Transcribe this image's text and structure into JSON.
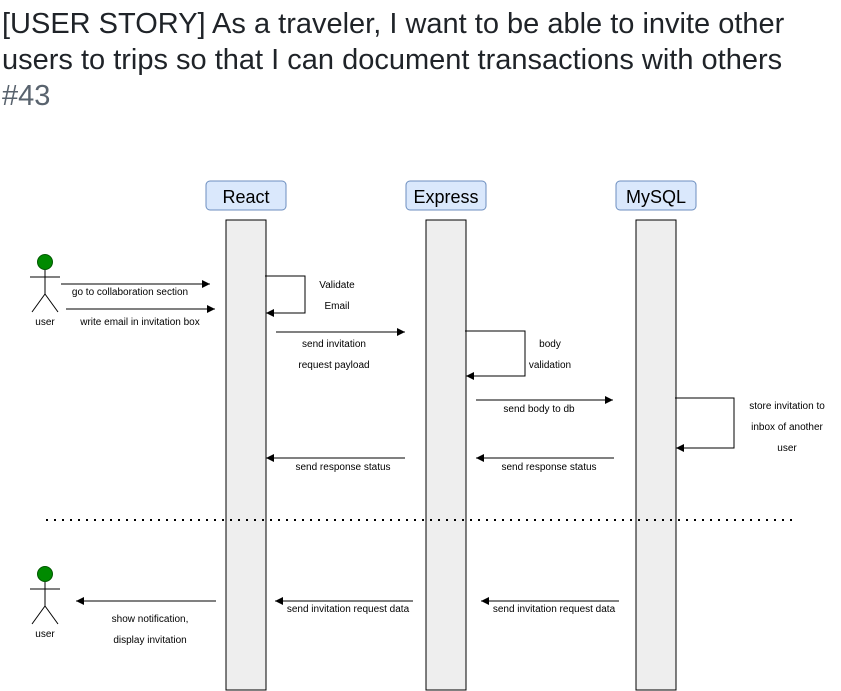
{
  "page": {
    "title_text": "[USER STORY] As a traveler, I want to be able to invite other users to trips so that I can document transactions with others",
    "issue_number": "#43"
  },
  "diagram": {
    "participants": [
      "React",
      "Express",
      "MySQL"
    ],
    "actors": [
      "user",
      "user"
    ],
    "messages": {
      "go_to_collab": "go to collaboration section",
      "write_email": "write email in invitation box",
      "validate_line1": "Validate",
      "validate_line2": "Email",
      "send_invitation_line1": "send invitation",
      "send_invitation_line2": "request payload",
      "body_line1": "body",
      "body_line2": "validation",
      "send_body": "send body to db",
      "store_line1": "store invitation to",
      "store_line2": "inbox of another",
      "store_line3": "user",
      "response_express": "send response status",
      "response_mysql": "send response status",
      "inv_data_mysql": "send invitation request data",
      "inv_data_express": "send invitation request data",
      "notify_line1": "show notification,",
      "notify_line2": "display invitation"
    },
    "colors": {
      "participant_fill": "#dae8fc",
      "participant_stroke": "#6c8ebf",
      "lifeline_fill": "#eeeeee",
      "actor_head": "#008a00"
    }
  }
}
